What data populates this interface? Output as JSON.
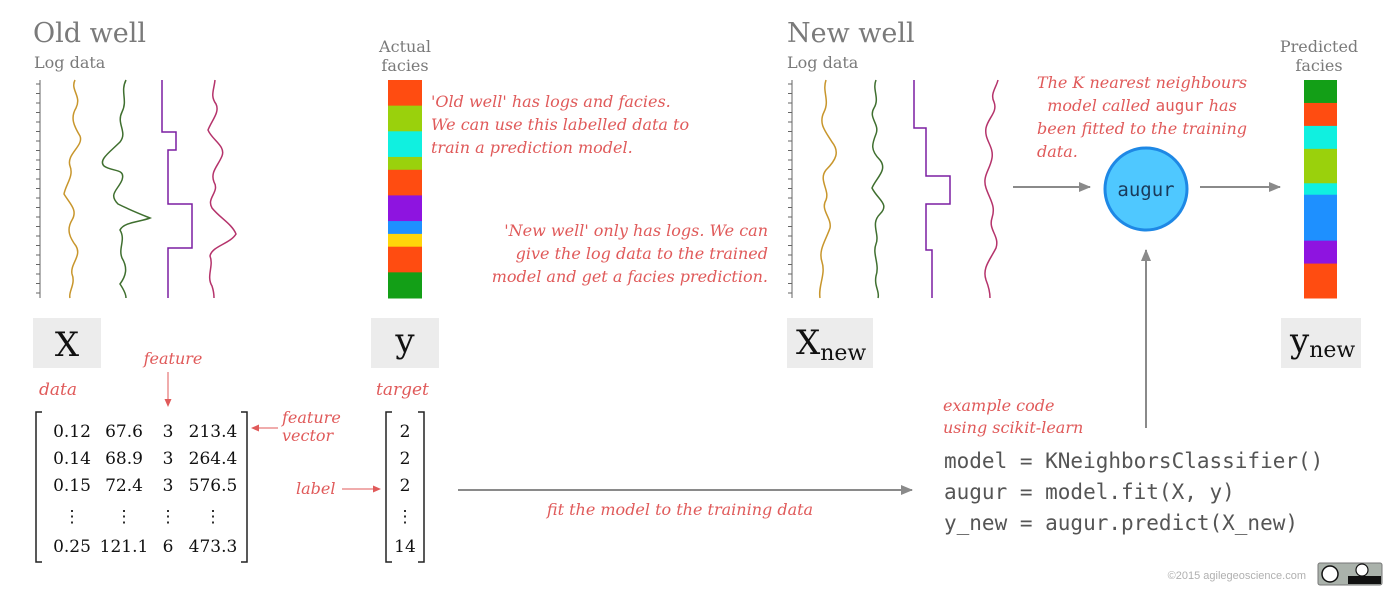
{
  "colors": {
    "annotation": "#e05a5a",
    "heading": "#7a7a7a",
    "arrow": "#8a8a8a",
    "curve_gold": "#c8962c",
    "curve_green": "#3f6f2f",
    "curve_purple": "#7b1fa2",
    "curve_magenta": "#b5336b",
    "augur_fill": "#4fc8ff",
    "augur_stroke": "#1e88e5",
    "facies_1": "#ff4c11",
    "facies_2": "#9ad10c",
    "facies_3": "#10f0e0",
    "facies_4": "#8e14e0",
    "facies_5": "#1e90ff",
    "facies_6": "#ffd60a",
    "facies_7": "#139f17"
  },
  "old_well": {
    "title": "Old well",
    "subtitle": "Log data",
    "actual_facies_label_1": "Actual",
    "actual_facies_label_2": "facies",
    "actual_facies": [
      "facies_1",
      "facies_2",
      "facies_3",
      "facies_2",
      "facies_1",
      "facies_4",
      "facies_5",
      "facies_6",
      "facies_1",
      "facies_7"
    ],
    "actual_facies_weights": [
      2,
      2,
      2,
      1,
      2,
      2,
      1,
      1,
      2,
      2
    ]
  },
  "new_well": {
    "title": "New well",
    "subtitle": "Log data",
    "predicted_facies_label_1": "Predicted",
    "predicted_facies_label_2": "facies",
    "predicted_facies": [
      "facies_7",
      "facies_1",
      "facies_3",
      "facies_2",
      "facies_3",
      "facies_5",
      "facies_4",
      "facies_1"
    ],
    "predicted_facies_weights": [
      2,
      2,
      2,
      3,
      1,
      4,
      2,
      3
    ]
  },
  "annotations": {
    "old_well_note": [
      "'Old well' has logs and facies.",
      "We can use this labelled data to",
      "train a prediction model."
    ],
    "new_well_note": [
      "'New well' only has logs. We can",
      "give the log data to the trained",
      "model and get a facies prediction."
    ],
    "knn_note_1": "The K nearest neighbours",
    "knn_note_2a": "model called ",
    "knn_note_2b": "augur",
    "knn_note_2c": " has",
    "knn_note_3": "been fitted to the training",
    "knn_note_4": "data.",
    "feature": "feature",
    "feature_vector_1": "feature",
    "feature_vector_2": "vector",
    "label": "label",
    "data": "data",
    "target": "target",
    "fit": "fit the model to the training data",
    "example_code_1": "example code",
    "example_code_2": "using scikit-learn"
  },
  "labels": {
    "X": "X",
    "y": "y",
    "X_new_base": "X",
    "X_new_sub": "new",
    "y_new_base": "y",
    "y_new_sub": "new",
    "augur": "augur"
  },
  "matrix_X": [
    [
      "0.12",
      "67.6",
      "3",
      "213.4"
    ],
    [
      "0.14",
      "68.9",
      "3",
      "264.4"
    ],
    [
      "0.15",
      "72.4",
      "3",
      "576.5"
    ],
    [
      "⋮",
      "⋮",
      "⋮",
      "⋮"
    ],
    [
      "0.25",
      "121.1",
      "6",
      "473.3"
    ]
  ],
  "vector_y": [
    "2",
    "2",
    "2",
    "⋮",
    "14"
  ],
  "code": [
    "model = KNeighborsClassifier()",
    "augur = model.fit(X, y)",
    "y_new = augur.predict(X_new)"
  ],
  "footer": {
    "copyright": "©2015 agilegeoscience.com",
    "license_badge": "cc-by-icon"
  }
}
